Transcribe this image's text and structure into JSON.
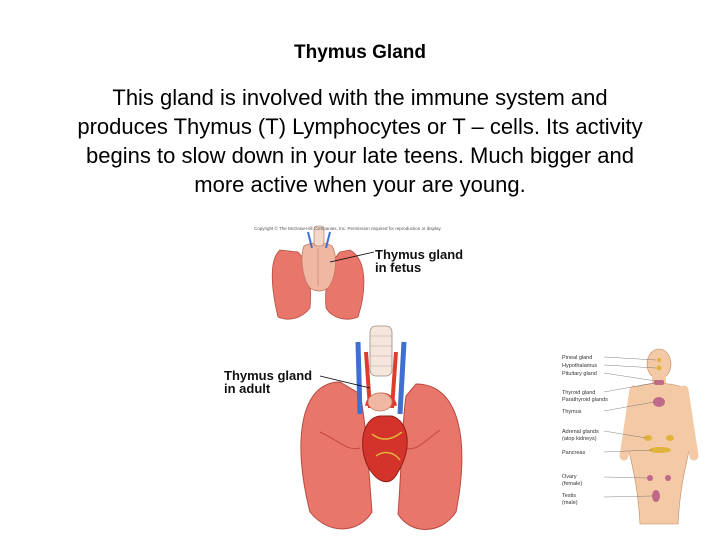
{
  "slide": {
    "title": "Thymus Gland",
    "body": "This gland is involved with the immune system and produces Thymus (T) Lymphocytes or T – cells.  Its activity begins to slow down in your late teens. Much bigger and more active when your are young."
  },
  "figure": {
    "copyright": "Copyright © The McGraw-Hill Companies, Inc. Permission required for reproduction or display.",
    "label_fetus_line1": "Thymus gland",
    "label_fetus_line2": "in fetus",
    "label_adult_line1": "Thymus gland",
    "label_adult_line2": "in adult"
  },
  "body_diagram": {
    "labels": [
      "Pineal gland",
      "Hypothalamus",
      "Pituitary gland",
      "Thyroid gland",
      "Parathyroid glands",
      "Thymus",
      "Adrenal glands",
      "(atop kidneys)",
      "Pancreas",
      "Ovary",
      "(female)",
      "Testis",
      "(male)"
    ]
  },
  "colors": {
    "lung": "#e8766a",
    "lung_dark": "#c9473f",
    "heart": "#d4332b",
    "artery": "#e03c2e",
    "vein": "#3f6fd1",
    "thymus": "#f0b8a2",
    "skin": "#f3c9a6",
    "gland": "#e0b33a"
  }
}
